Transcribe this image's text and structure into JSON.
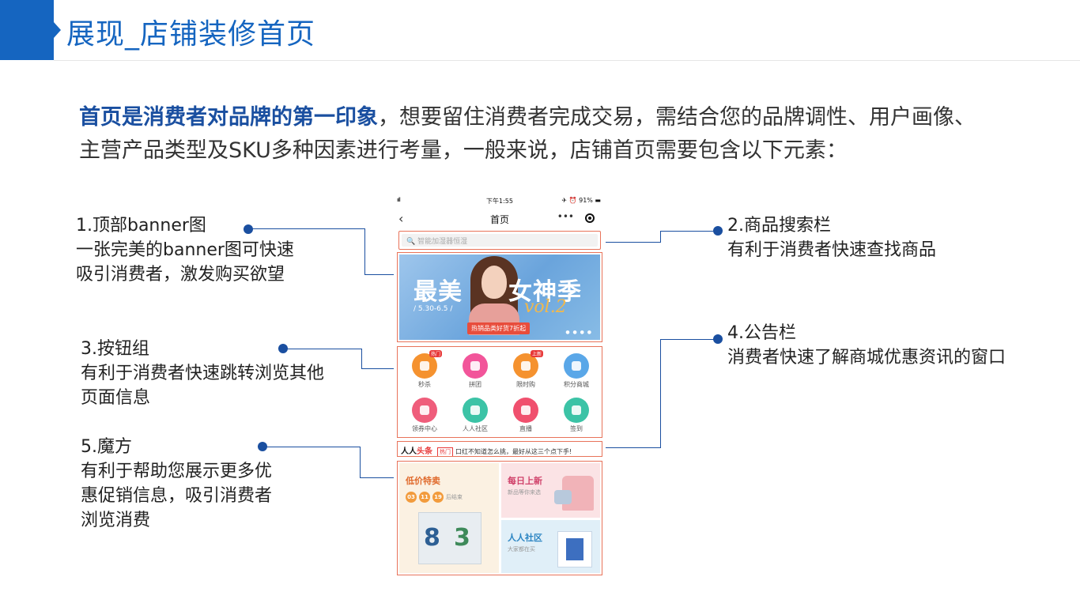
{
  "header": {
    "title": "展现_店铺装修首页"
  },
  "intro": {
    "highlight": "首页是消费者对品牌的第一印象",
    "rest": "，想要留住消费者完成交易，需结合您的品牌调性、用户画像、主营产品类型及SKU多种因素进行考量，一般来说，店铺首页需要包含以下元素："
  },
  "annotations": {
    "a1": {
      "title": "1.顶部banner图",
      "desc1": "一张完美的banner图可快速",
      "desc2": "吸引消费者，激发购买欲望"
    },
    "a2": {
      "title": "2.商品搜索栏",
      "desc1": "有利于消费者快速查找商品"
    },
    "a3": {
      "title": "3.按钮组",
      "desc1": "有利于消费者快速跳转浏览其他",
      "desc2": "页面信息"
    },
    "a4": {
      "title": "4.公告栏",
      "desc1": "消费者快速了解商城优惠资讯的窗口"
    },
    "a5": {
      "title": "5.魔方",
      "desc1": "有利于帮助您展示更多优",
      "desc2": "惠促销信息，吸引消费者",
      "desc3": "浏览消费"
    }
  },
  "phone": {
    "status": {
      "signal": "ııll",
      "time": "下午1:55",
      "battery": "✈ ⏰ 91% ▬"
    },
    "nav": {
      "back": "‹",
      "title": "首页",
      "more": "•••"
    },
    "search": {
      "placeholder": "🔍 智能加湿器恒湿"
    },
    "banner": {
      "left": "最美",
      "right": "女神季",
      "date": "/ 5.30-6.5 /",
      "vol": "vol.2",
      "tag": "热销品类好货7折起",
      "dots": "● ● ● ●"
    },
    "grid": [
      {
        "label": "秒杀",
        "badge": "热门",
        "color": "#f5922f"
      },
      {
        "label": "拼团",
        "badge": "",
        "color": "#f2559a"
      },
      {
        "label": "限时购",
        "badge": "上新",
        "color": "#f5922f"
      },
      {
        "label": "积分商城",
        "badge": "",
        "color": "#5aa7e8"
      },
      {
        "label": "领券中心",
        "badge": "",
        "color": "#ef5d7b"
      },
      {
        "label": "人人社区",
        "badge": "",
        "color": "#3cc3a6"
      },
      {
        "label": "直播",
        "badge": "",
        "color": "#f0506e"
      },
      {
        "label": "签到",
        "badge": "",
        "color": "#3cc3a6"
      }
    ],
    "notice": {
      "brand_a": "人人",
      "brand_b": "头条",
      "hot": "热门",
      "text": "口红不知道怎么挑，最好从这三个点下手!"
    },
    "cube": {
      "left": {
        "title": "低价特卖",
        "h": "03",
        "m": "11",
        "s": "19",
        "end": "后结束",
        "n1": "8",
        "n2": "3"
      },
      "right_top": {
        "title": "每日上新",
        "sub": "新品等你来选"
      },
      "right_bottom": {
        "title": "人人社区",
        "sub": "大家都在买"
      }
    }
  }
}
